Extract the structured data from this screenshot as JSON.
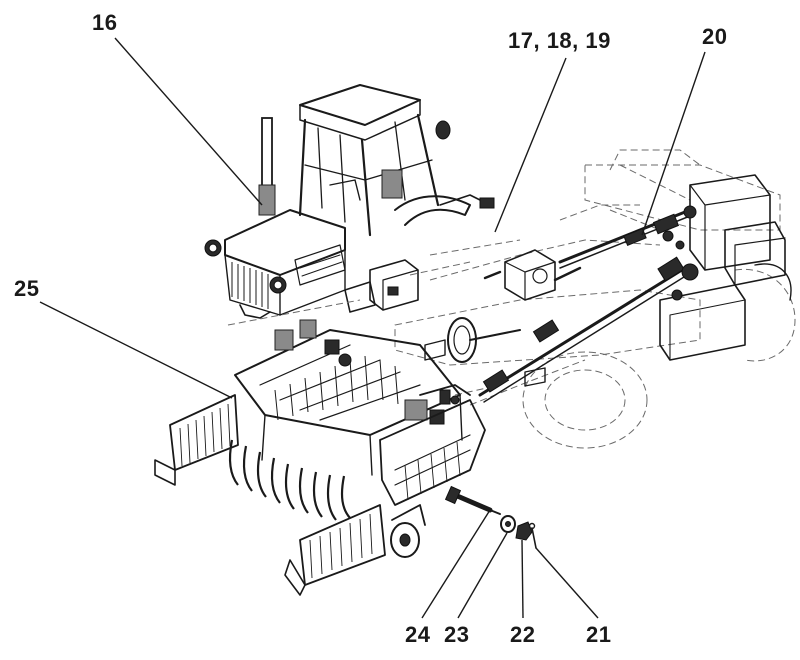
{
  "callouts": {
    "c16": "16",
    "c17_19": "17, 18, 19",
    "c20": "20",
    "c25": "25",
    "c24": "24",
    "c23": "23",
    "c22": "22",
    "c21": "21"
  },
  "colors": {
    "ink": "#1a1a1a",
    "ghost": "#6a6a6a",
    "background": "#ffffff"
  }
}
